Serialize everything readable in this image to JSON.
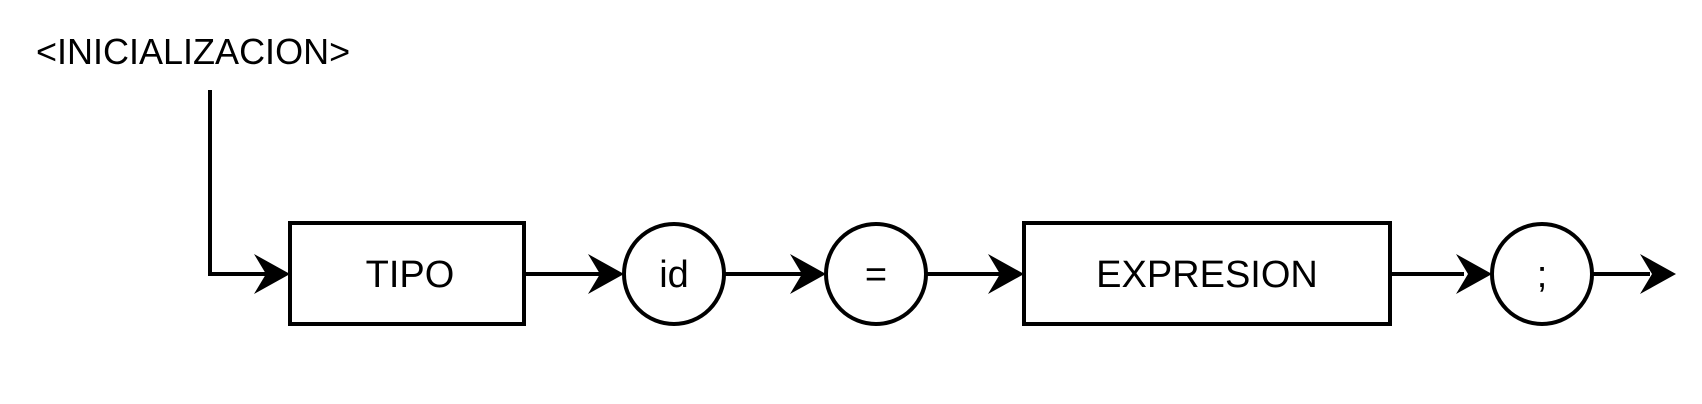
{
  "diagram": {
    "title": "<INICIALIZACION>",
    "nodes": [
      {
        "id": "n1",
        "shape": "rectangle",
        "label": "TIPO"
      },
      {
        "id": "n2",
        "shape": "circle",
        "label": "id"
      },
      {
        "id": "n3",
        "shape": "circle",
        "label": "="
      },
      {
        "id": "n4",
        "shape": "rectangle",
        "label": "EXPRESION"
      },
      {
        "id": "n5",
        "shape": "circle",
        "label": ";"
      }
    ],
    "colors": {
      "stroke": "#000000",
      "background": "#ffffff"
    }
  }
}
